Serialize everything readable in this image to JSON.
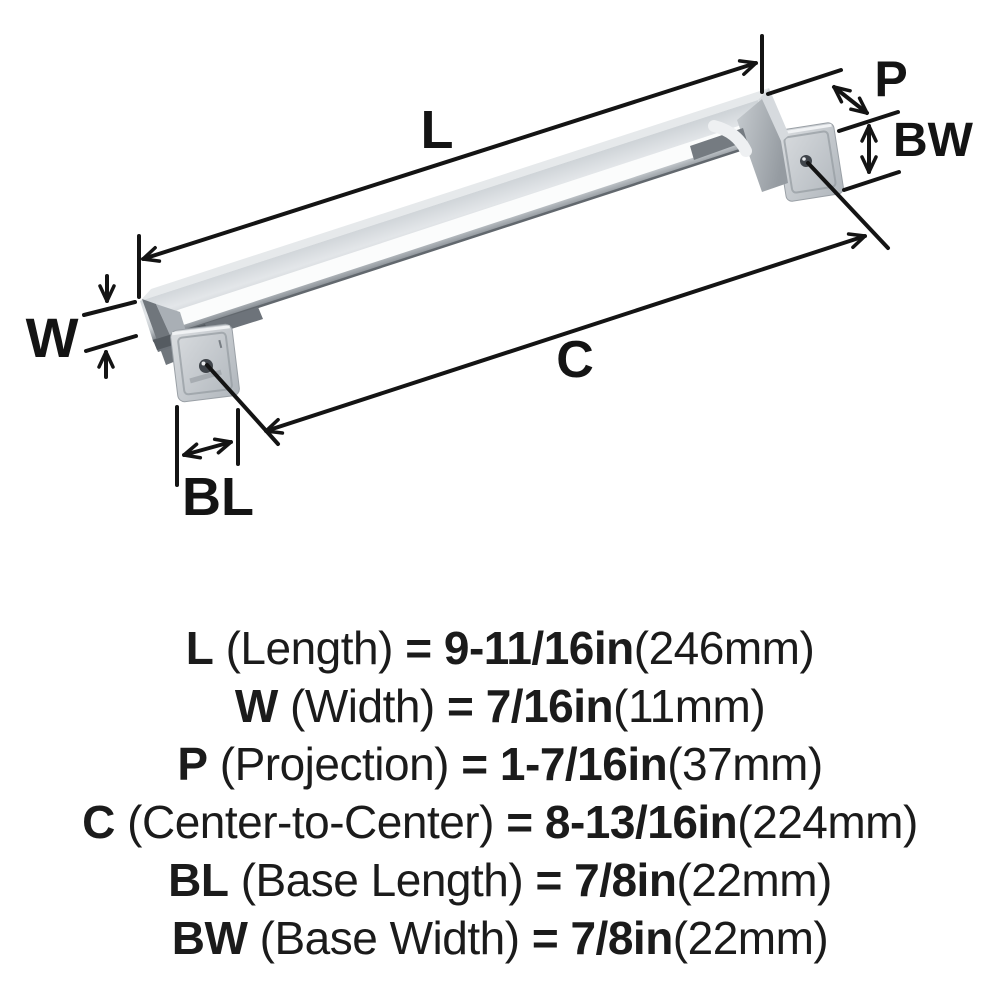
{
  "diagram": {
    "dimension_labels": {
      "L": "L",
      "W": "W",
      "P": "P",
      "BW": "BW",
      "C": "C",
      "BL": "BL"
    }
  },
  "specs": [
    {
      "letter": "L",
      "name": "(Length)",
      "eq": "=",
      "value": "9-11/16in",
      "metric": "(246mm)"
    },
    {
      "letter": "W",
      "name": "(Width)",
      "eq": "=",
      "value": "7/16in",
      "metric": "(11mm)"
    },
    {
      "letter": "P",
      "name": "(Projection)",
      "eq": "=",
      "value": "1-7/16in",
      "metric": "(37mm)"
    },
    {
      "letter": "C",
      "name": "(Center-to-Center)",
      "eq": "=",
      "value": "8-13/16in",
      "metric": "(224mm)"
    },
    {
      "letter": "BL",
      "name": "(Base Length)",
      "eq": "=",
      "value": "7/8in",
      "metric": "(22mm)"
    },
    {
      "letter": "BW",
      "name": "(Base Width)",
      "eq": "=",
      "value": "7/8in",
      "metric": "(22mm)"
    }
  ],
  "colors": {
    "background": "#ffffff",
    "dimension_line": "#141414",
    "text": "#1b1b1b",
    "metal_light": "#f2f4f5",
    "metal_mid": "#c9ced2",
    "metal_dark": "#6d737a"
  }
}
